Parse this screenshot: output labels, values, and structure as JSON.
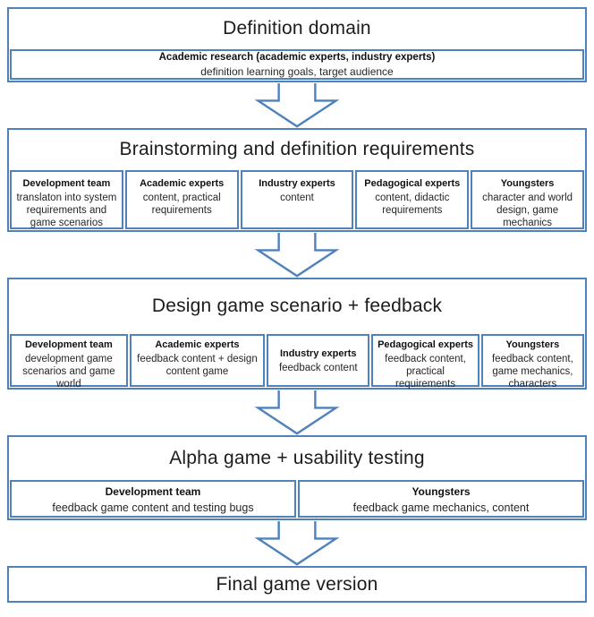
{
  "diagram": {
    "border_color": "#4f81bd",
    "arrow_fill": "#ffffff",
    "stages": [
      {
        "title": "Definition domain",
        "cells": [
          {
            "header": "Academic research (academic experts, industry experts)",
            "body": "definition learning goals, target audience"
          }
        ]
      },
      {
        "title": "Brainstorming and definition requirements",
        "cells": [
          {
            "header": "Development team",
            "body": "translaton into system requirements  and game scenarios"
          },
          {
            "header": "Academic experts",
            "body": "content, practical requirements"
          },
          {
            "header": "Industry experts",
            "body": "content"
          },
          {
            "header": "Pedagogical experts",
            "body": "content, didactic requirements"
          },
          {
            "header": "Youngsters",
            "body": "character and world design, game mechanics"
          }
        ]
      },
      {
        "title": "Design game scenario + feedback",
        "cells": [
          {
            "header": "Development team",
            "body": "development game scenarios and game world"
          },
          {
            "header": "Academic experts",
            "body": "feedback content + design content game"
          },
          {
            "header": "Industry experts",
            "body": "feedback content"
          },
          {
            "header": "Pedagogical experts",
            "body": "feedback content, practical requirements"
          },
          {
            "header": "Youngsters",
            "body": "feedback content, game mechanics, characters"
          }
        ]
      },
      {
        "title": "Alpha game + usability testing",
        "cells": [
          {
            "header": "Development team",
            "body": "feedback game content and testing bugs"
          },
          {
            "header": "Youngsters",
            "body": "feedback game mechanics, content"
          }
        ]
      },
      {
        "title": "Final game version",
        "cells": []
      }
    ]
  }
}
